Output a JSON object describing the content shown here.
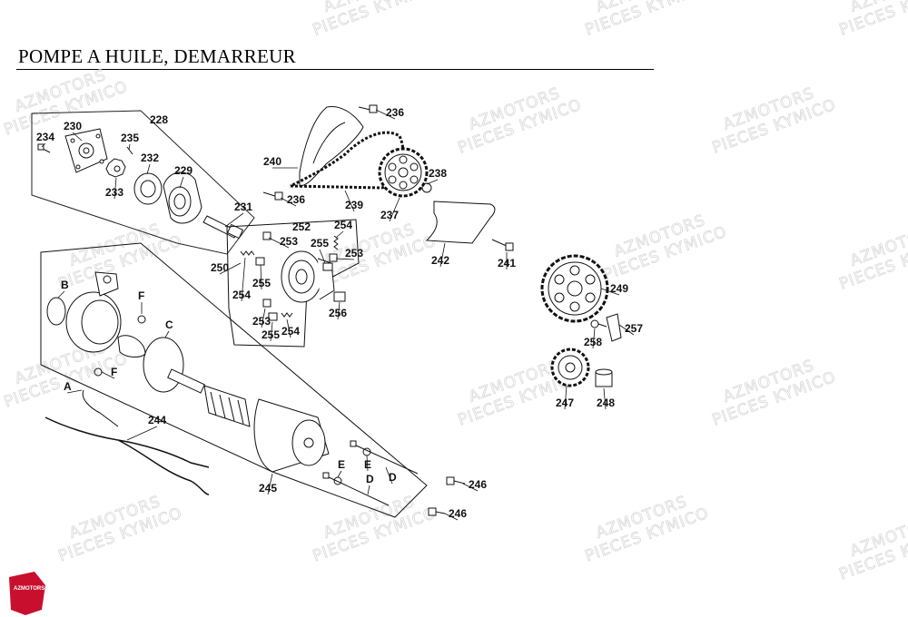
{
  "page": {
    "title": "POMPE A HUILE, DEMARREUR"
  },
  "watermark": {
    "line1": "AZMOTORS",
    "line2": "PIECES KYMICO"
  },
  "logo": {
    "text": "AZMOTORS",
    "color": "#c8102e"
  },
  "parts": [
    {
      "id": "p228",
      "label": "228"
    },
    {
      "id": "p230",
      "label": "230"
    },
    {
      "id": "p234",
      "label": "234"
    },
    {
      "id": "p235",
      "label": "235"
    },
    {
      "id": "p232",
      "label": "232"
    },
    {
      "id": "p229",
      "label": "229"
    },
    {
      "id": "p233",
      "label": "233"
    },
    {
      "id": "p231",
      "label": "231"
    },
    {
      "id": "p236a",
      "label": "236"
    },
    {
      "id": "p240",
      "label": "240"
    },
    {
      "id": "p238",
      "label": "238"
    },
    {
      "id": "p236b",
      "label": "236"
    },
    {
      "id": "p239",
      "label": "239"
    },
    {
      "id": "p237",
      "label": "237"
    },
    {
      "id": "p252",
      "label": "252"
    },
    {
      "id": "p254a",
      "label": "254"
    },
    {
      "id": "p253a",
      "label": "253"
    },
    {
      "id": "p255a",
      "label": "255"
    },
    {
      "id": "p253b",
      "label": "253"
    },
    {
      "id": "p242",
      "label": "242"
    },
    {
      "id": "p241",
      "label": "241"
    },
    {
      "id": "p250",
      "label": "250"
    },
    {
      "id": "p255b",
      "label": "255"
    },
    {
      "id": "p254b",
      "label": "254"
    },
    {
      "id": "p256",
      "label": "256"
    },
    {
      "id": "p253c",
      "label": "253"
    },
    {
      "id": "p255c",
      "label": "255"
    },
    {
      "id": "p254c",
      "label": "254"
    },
    {
      "id": "p249",
      "label": "249"
    },
    {
      "id": "p257",
      "label": "257"
    },
    {
      "id": "p258",
      "label": "258"
    },
    {
      "id": "p247",
      "label": "247"
    },
    {
      "id": "p248",
      "label": "248"
    },
    {
      "id": "pB",
      "label": "B"
    },
    {
      "id": "pF1",
      "label": "F"
    },
    {
      "id": "pC",
      "label": "C"
    },
    {
      "id": "pF2",
      "label": "F"
    },
    {
      "id": "pA",
      "label": "A"
    },
    {
      "id": "p244",
      "label": "244"
    },
    {
      "id": "pE1",
      "label": "E"
    },
    {
      "id": "pE2",
      "label": "E"
    },
    {
      "id": "pD1",
      "label": "D"
    },
    {
      "id": "pD2",
      "label": "D"
    },
    {
      "id": "p245",
      "label": "245"
    },
    {
      "id": "p246a",
      "label": "246"
    },
    {
      "id": "p246b",
      "label": "246"
    }
  ]
}
